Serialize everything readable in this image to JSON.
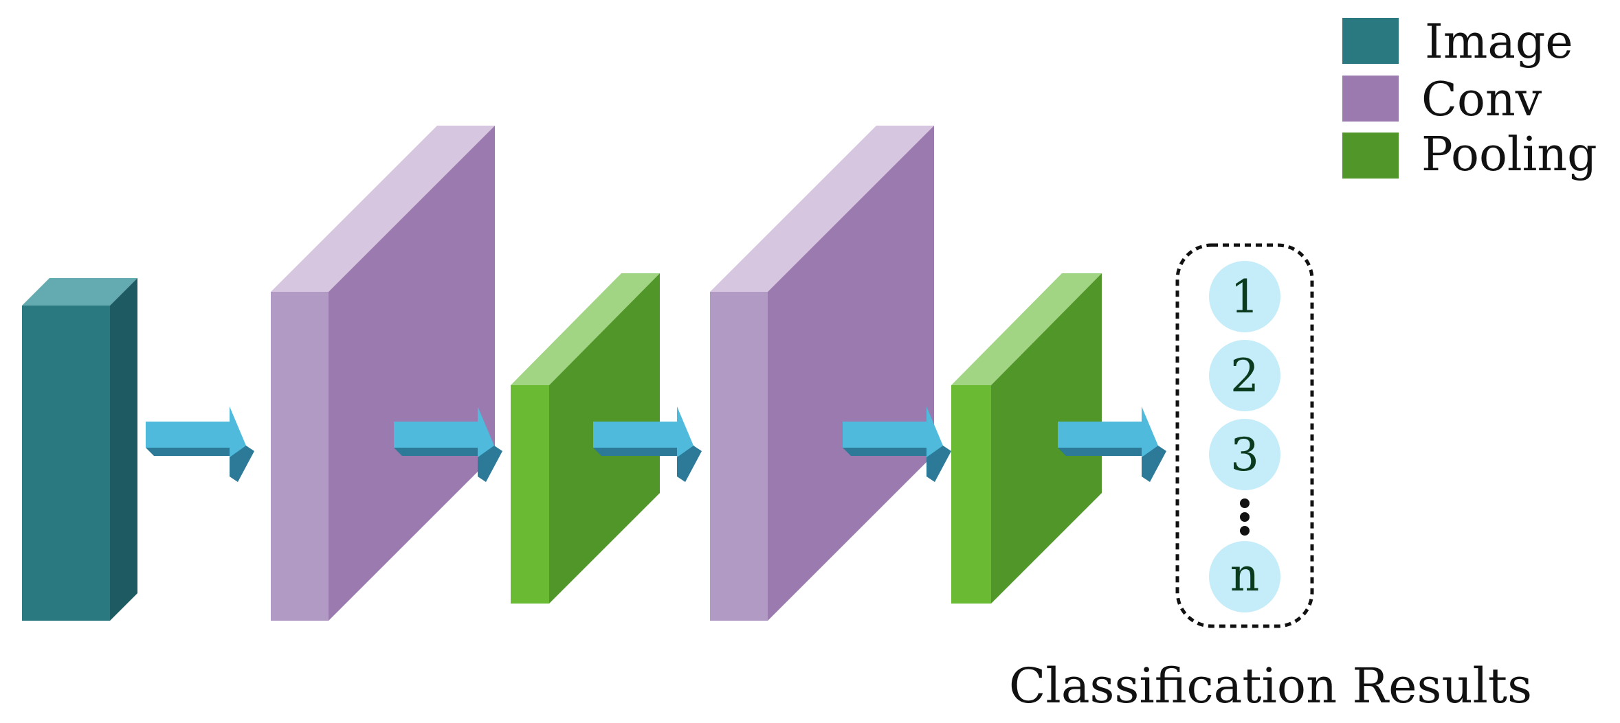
{
  "colors": {
    "image": "#2a7880",
    "conv": "#9b7baf",
    "pooling": "#519628",
    "arrow": "#4fbadb",
    "result_circle": "#c5ecf9",
    "result_text": "#0b3b1f"
  },
  "legend": [
    {
      "label": "Image",
      "color": "#2a7880"
    },
    {
      "label": "Conv",
      "color": "#9b7baf"
    },
    {
      "label": "Pooling",
      "color": "#519628"
    }
  ],
  "layers": [
    "Image",
    "Conv",
    "Pooling",
    "Conv",
    "Pooling"
  ],
  "results": {
    "items": [
      "1",
      "2",
      "3",
      "n"
    ],
    "ellipsis": "⋮",
    "caption": "Classification Results"
  }
}
